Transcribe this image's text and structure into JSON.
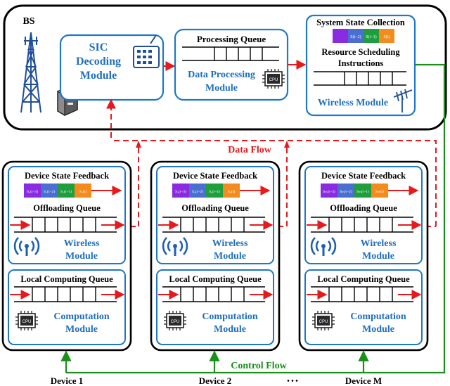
{
  "bs": {
    "label": "BS",
    "sic_title": "SIC",
    "sic_line2": "Decoding",
    "sic_line3": "Module",
    "processing_queue_label": "Processing Queue",
    "data_processing_line1": "Data Processing",
    "data_processing_line2": "Module",
    "system_state_label": "System State Collection",
    "state_cells": [
      "S(t−2)",
      "S(t−1)",
      "S(t)"
    ],
    "resource_line1": "Resource Scheduling",
    "resource_line2": "Instructions",
    "wireless_module_label": "Wireless Module"
  },
  "flows": {
    "data_flow": "Data Flow",
    "control_flow": "Control Flow"
  },
  "cpu_label": "CPU",
  "ellipsis": "• • •",
  "devices": [
    {
      "label": "Device 1",
      "feedback_label": "Device State Feedback",
      "state_cells": [
        "S₁(t−3)",
        "S₁(t−2)",
        "S₁(t−1)",
        "S₁(t)"
      ],
      "offloading_label": "Offloading Queue",
      "wireless_line1": "Wireless",
      "wireless_line2": "Module",
      "local_label": "Local Computing Queue",
      "computation_line1": "Computation",
      "computation_line2": "Module"
    },
    {
      "label": "Device 2",
      "feedback_label": "Device State Feedback",
      "state_cells": [
        "S₂(t−3)",
        "S₂(t−2)",
        "S₂(t−1)",
        "S₂(t)"
      ],
      "offloading_label": "Offloading Queue",
      "wireless_line1": "Wireless",
      "wireless_line2": "Module",
      "local_label": "Local Computing Queue",
      "computation_line1": "Computation",
      "computation_line2": "Module"
    },
    {
      "label": "Device M",
      "feedback_label": "Device State Feedback",
      "state_cells": [
        "Sₘ(t−3)",
        "Sₘ(t−2)",
        "Sₘ(t−1)",
        "Sₘ(t)"
      ],
      "offloading_label": "Offloading Queue",
      "wireless_line1": "Wireless",
      "wireless_line2": "Module",
      "local_label": "Local Computing Queue",
      "computation_line1": "Computation",
      "computation_line2": "Module"
    }
  ],
  "colors": {
    "module_border": "#1e78c8",
    "module_text": "#1f6fbf",
    "data_flow": "#e41a1c",
    "control_flow": "#1a8f1a",
    "state_purple": "#8a2be2",
    "state_blue": "#4a6fd0",
    "state_green": "#1e9e3c",
    "state_orange": "#f28c1e"
  }
}
